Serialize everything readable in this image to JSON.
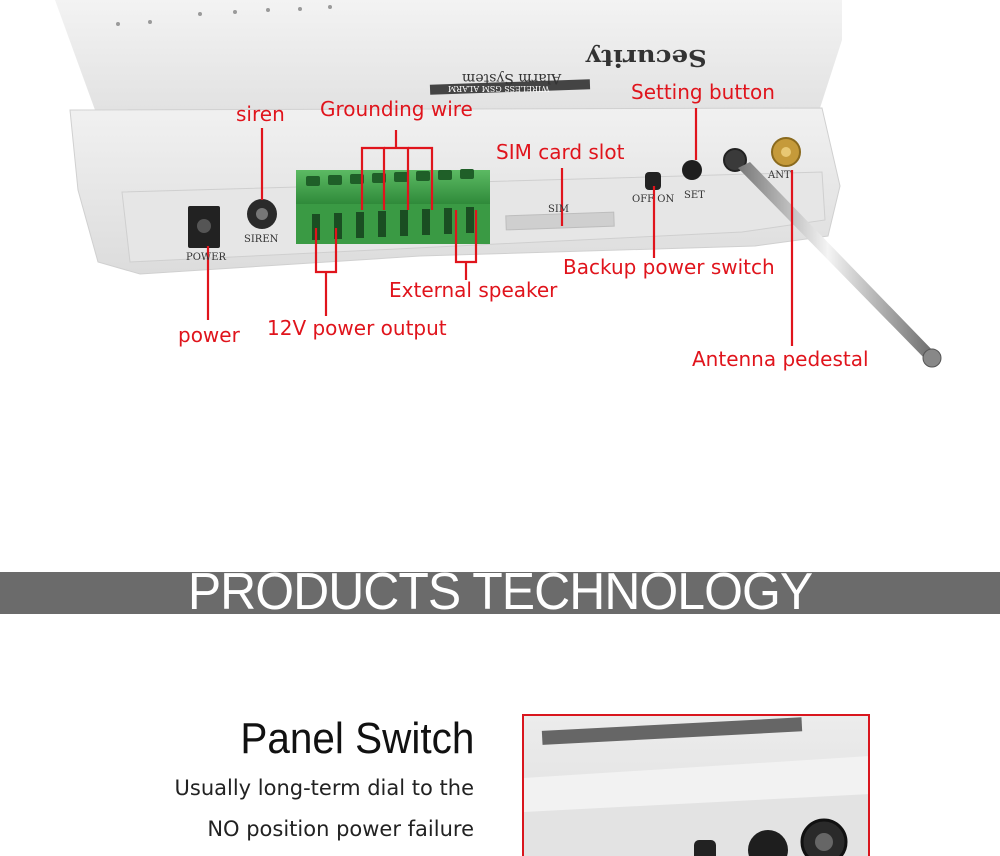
{
  "device": {
    "brand_title": "Security",
    "brand_subtitle": "Alarm System",
    "brand_tagline": "WIRELESS GSM ALARM",
    "port_labels": {
      "power": "POWER",
      "siren": "SIREN",
      "sim": "SIM",
      "switch": "OFF ON",
      "set": "SET",
      "ant": "ANT"
    }
  },
  "callouts": {
    "siren": "siren",
    "grounding_wire": "Grounding wire",
    "setting_button": "Setting button",
    "sim_card_slot": "SIM card slot",
    "backup_power_switch": "Backup power switch",
    "external_speaker": "External speaker",
    "power": "power",
    "power_output": "12V power output",
    "antenna_pedestal": "Antenna pedestal"
  },
  "banner": {
    "title": "PRODUCTS TECHNOLOGY"
  },
  "panel_switch": {
    "title": "Panel Switch",
    "description_line1": "Usually long-term dial to the",
    "description_line2": "NO position power failure"
  },
  "colors": {
    "callout": "#e0141c",
    "banner_bg": "#6b6b6b",
    "terminal_green": "#3fa048",
    "frame_red": "#d9161e"
  }
}
